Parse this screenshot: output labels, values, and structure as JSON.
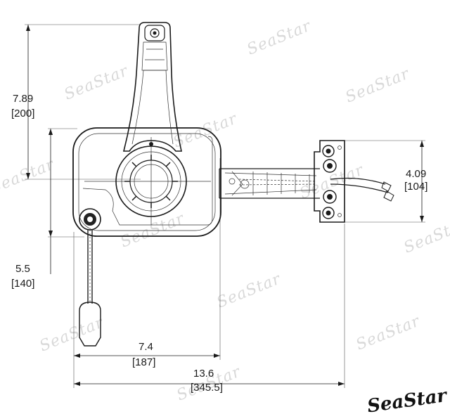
{
  "dimensions": {
    "height_lever": {
      "inches": "7.89",
      "mm": "[200]"
    },
    "height_lower": {
      "inches": "5.5",
      "mm": "[140]"
    },
    "width_housing": {
      "inches": "7.4",
      "mm": "[187]"
    },
    "width_overall": {
      "inches": "13.6",
      "mm": "[345.5]"
    },
    "height_bracket": {
      "inches": "4.09",
      "mm": "[104]"
    }
  },
  "watermark": "SeaStar",
  "brand_logo": "SeaStar"
}
